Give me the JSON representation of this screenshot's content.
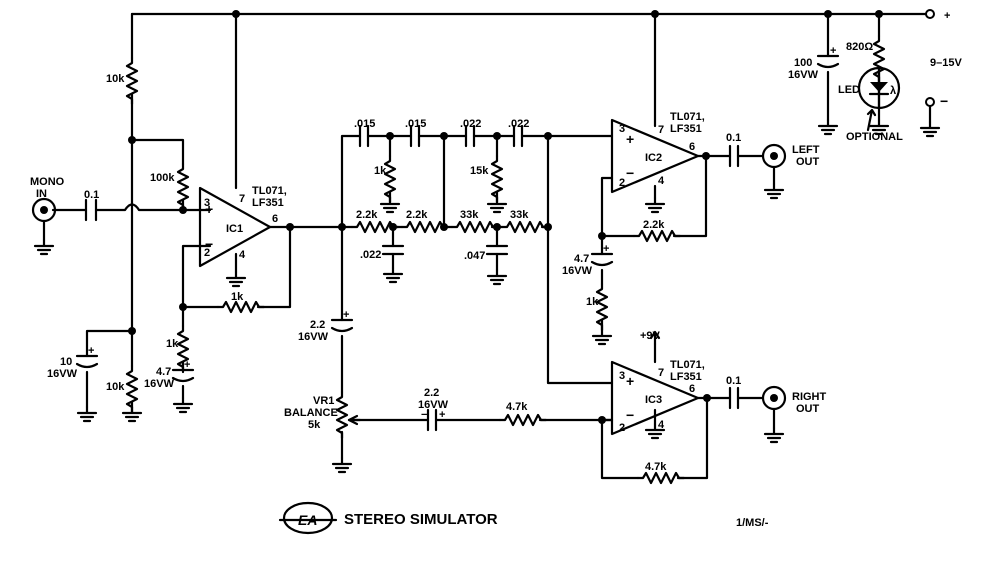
{
  "title": "STEREO SIMULATOR",
  "logo": "EA",
  "ref": "1/MS/-",
  "inputs": {
    "mono_in": [
      "MONO",
      "IN"
    ]
  },
  "outputs": {
    "left": [
      "LEFT",
      "OUT"
    ],
    "right": [
      "RIGHT",
      "OUT"
    ]
  },
  "supply": {
    "plus": "+",
    "minus": "−",
    "range": "9–15V",
    "v9": "+9V",
    "led": "LED",
    "lambda": "λ",
    "optional": "OPTIONAL",
    "r_led": "820Ω",
    "cap": [
      "100",
      "16VW"
    ]
  },
  "opamps": {
    "ic1": {
      "name": "IC1",
      "type": [
        "TL071,",
        "LF351"
      ],
      "plus": "+",
      "minus": "−",
      "pins": {
        "non_inv": "3",
        "inv": "2",
        "out": "6",
        "vplus": "7",
        "vminus": "4"
      }
    },
    "ic2": {
      "name": "IC2",
      "type": [
        "TL071,",
        "LF351"
      ],
      "plus": "+",
      "minus": "−",
      "pins": {
        "non_inv": "3",
        "inv": "2",
        "out": "6",
        "vplus": "7",
        "vminus": "4"
      }
    },
    "ic3": {
      "name": "IC3",
      "type": [
        "TL071,",
        "LF351"
      ],
      "plus": "+",
      "minus": "−",
      "pins": {
        "non_inv": "3",
        "inv": "2",
        "out": "6",
        "vplus": "7",
        "vminus": "4"
      }
    }
  },
  "components": {
    "r_top_10k": "10k",
    "r_bot_10k": "10k",
    "r_bias_100k": "100k",
    "c_in": "0.1",
    "c_bias": [
      "10",
      "16VW"
    ],
    "r_fb1": "1k",
    "r_g1": "1k",
    "c_g1": [
      "4.7",
      "16VW"
    ],
    "c_015a": ".015",
    "c_015b": ".015",
    "c_022a": ".022",
    "c_022b": ".022",
    "r_1k_sh": "1k",
    "r_15k_sh": "15k",
    "r_22k_a": "2.2k",
    "r_22k_b": "2.2k",
    "r_33k_a": "33k",
    "r_33k_b": "33k",
    "c_022_sh": ".022",
    "c_047_sh": ".047",
    "c_bal_in": [
      "2.2",
      "16VW"
    ],
    "vr1": [
      "VR1",
      "BALANCE",
      "5k"
    ],
    "c_bal_out": [
      "2.2",
      "16VW"
    ],
    "r_47k_in": "4.7k",
    "r_fb3": "4.7k",
    "c_out3": "0.1",
    "c_out2": "0.1",
    "r_fb2": "2.2k",
    "c_g2": [
      "4.7",
      "16VW"
    ],
    "r_g2": "1k"
  }
}
